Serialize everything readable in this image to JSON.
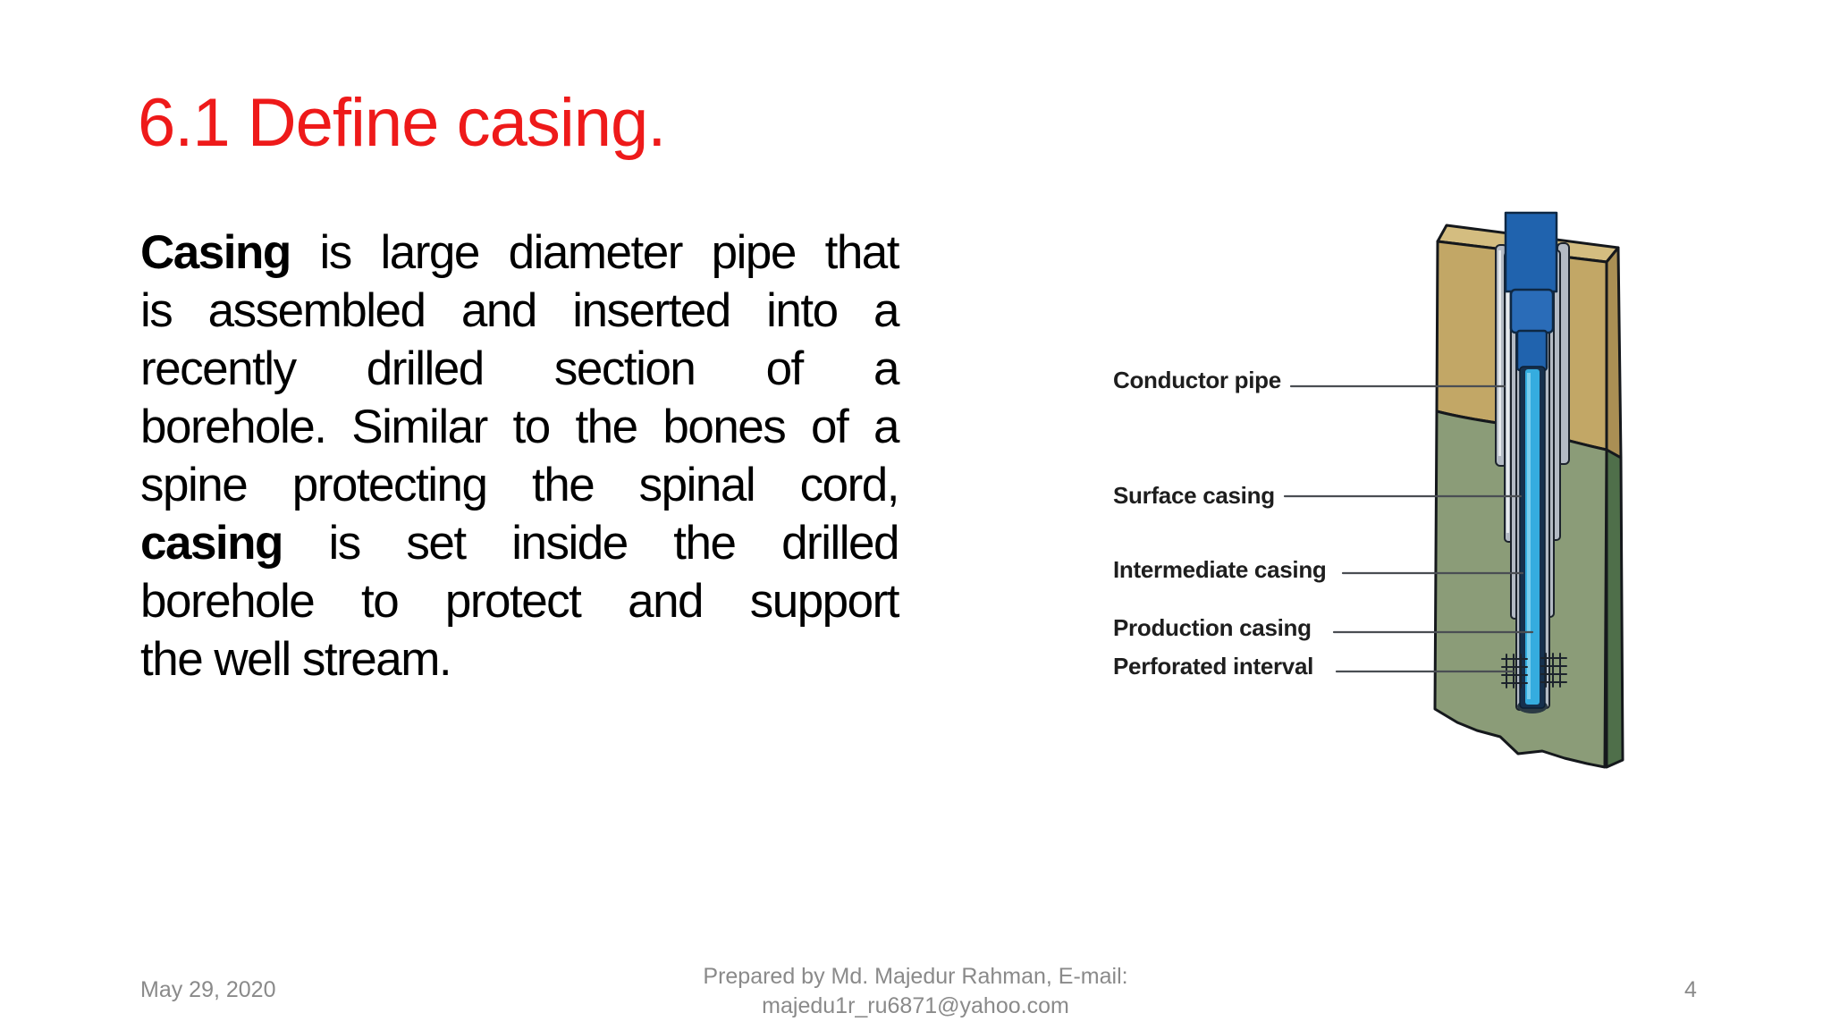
{
  "slide": {
    "title": "6.1 Define casing.",
    "body_lines": [
      {
        "bold": "Casing",
        "rest": " is large diameter pipe that"
      },
      {
        "bold": "",
        "rest": "is assembled and inserted into a"
      },
      {
        "bold": "",
        "rest": "recently drilled section of a"
      },
      {
        "bold": "",
        "rest": "borehole. Similar to the bones of a"
      },
      {
        "bold": "",
        "rest": "spine protecting the spinal cord,"
      },
      {
        "bold": "casing",
        "rest": " is set inside the drilled"
      },
      {
        "bold": "",
        "rest": "borehole to protect and support"
      },
      {
        "bold": "",
        "rest": "the well stream."
      }
    ]
  },
  "diagram": {
    "labels": [
      "Conductor pipe",
      "Surface casing",
      "Intermediate casing",
      "Production casing",
      "Perforated interval"
    ],
    "colors": {
      "soil_front": "#c2a766",
      "soil_top_face": "#d4bd80",
      "soil_side": "#aa8f54",
      "rock_front": "#8b9c78",
      "rock_side": "#4f6f4a",
      "outline": "#15181c",
      "conductor_blue": "#2063ae",
      "conductor_blue_light": "#2a6cb8",
      "tubing_cyan": "#35acdf",
      "tubing_navy": "#16304d",
      "casing_gray": "#b3bac4",
      "wellhead_gray": "#97a3ad",
      "leader_line": "#4a4e53"
    }
  },
  "theme": {
    "background": "#ffffff",
    "title_color": "#ee1a1a",
    "body_color": "#000000",
    "footer_color": "#8a8a8a"
  },
  "footer": {
    "date": "May 29, 2020",
    "prepared_line1": "Prepared by Md. Majedur Rahman, E-mail:",
    "prepared_line2": "majedu1r_ru6871@yahoo.com",
    "page_number": "4"
  }
}
